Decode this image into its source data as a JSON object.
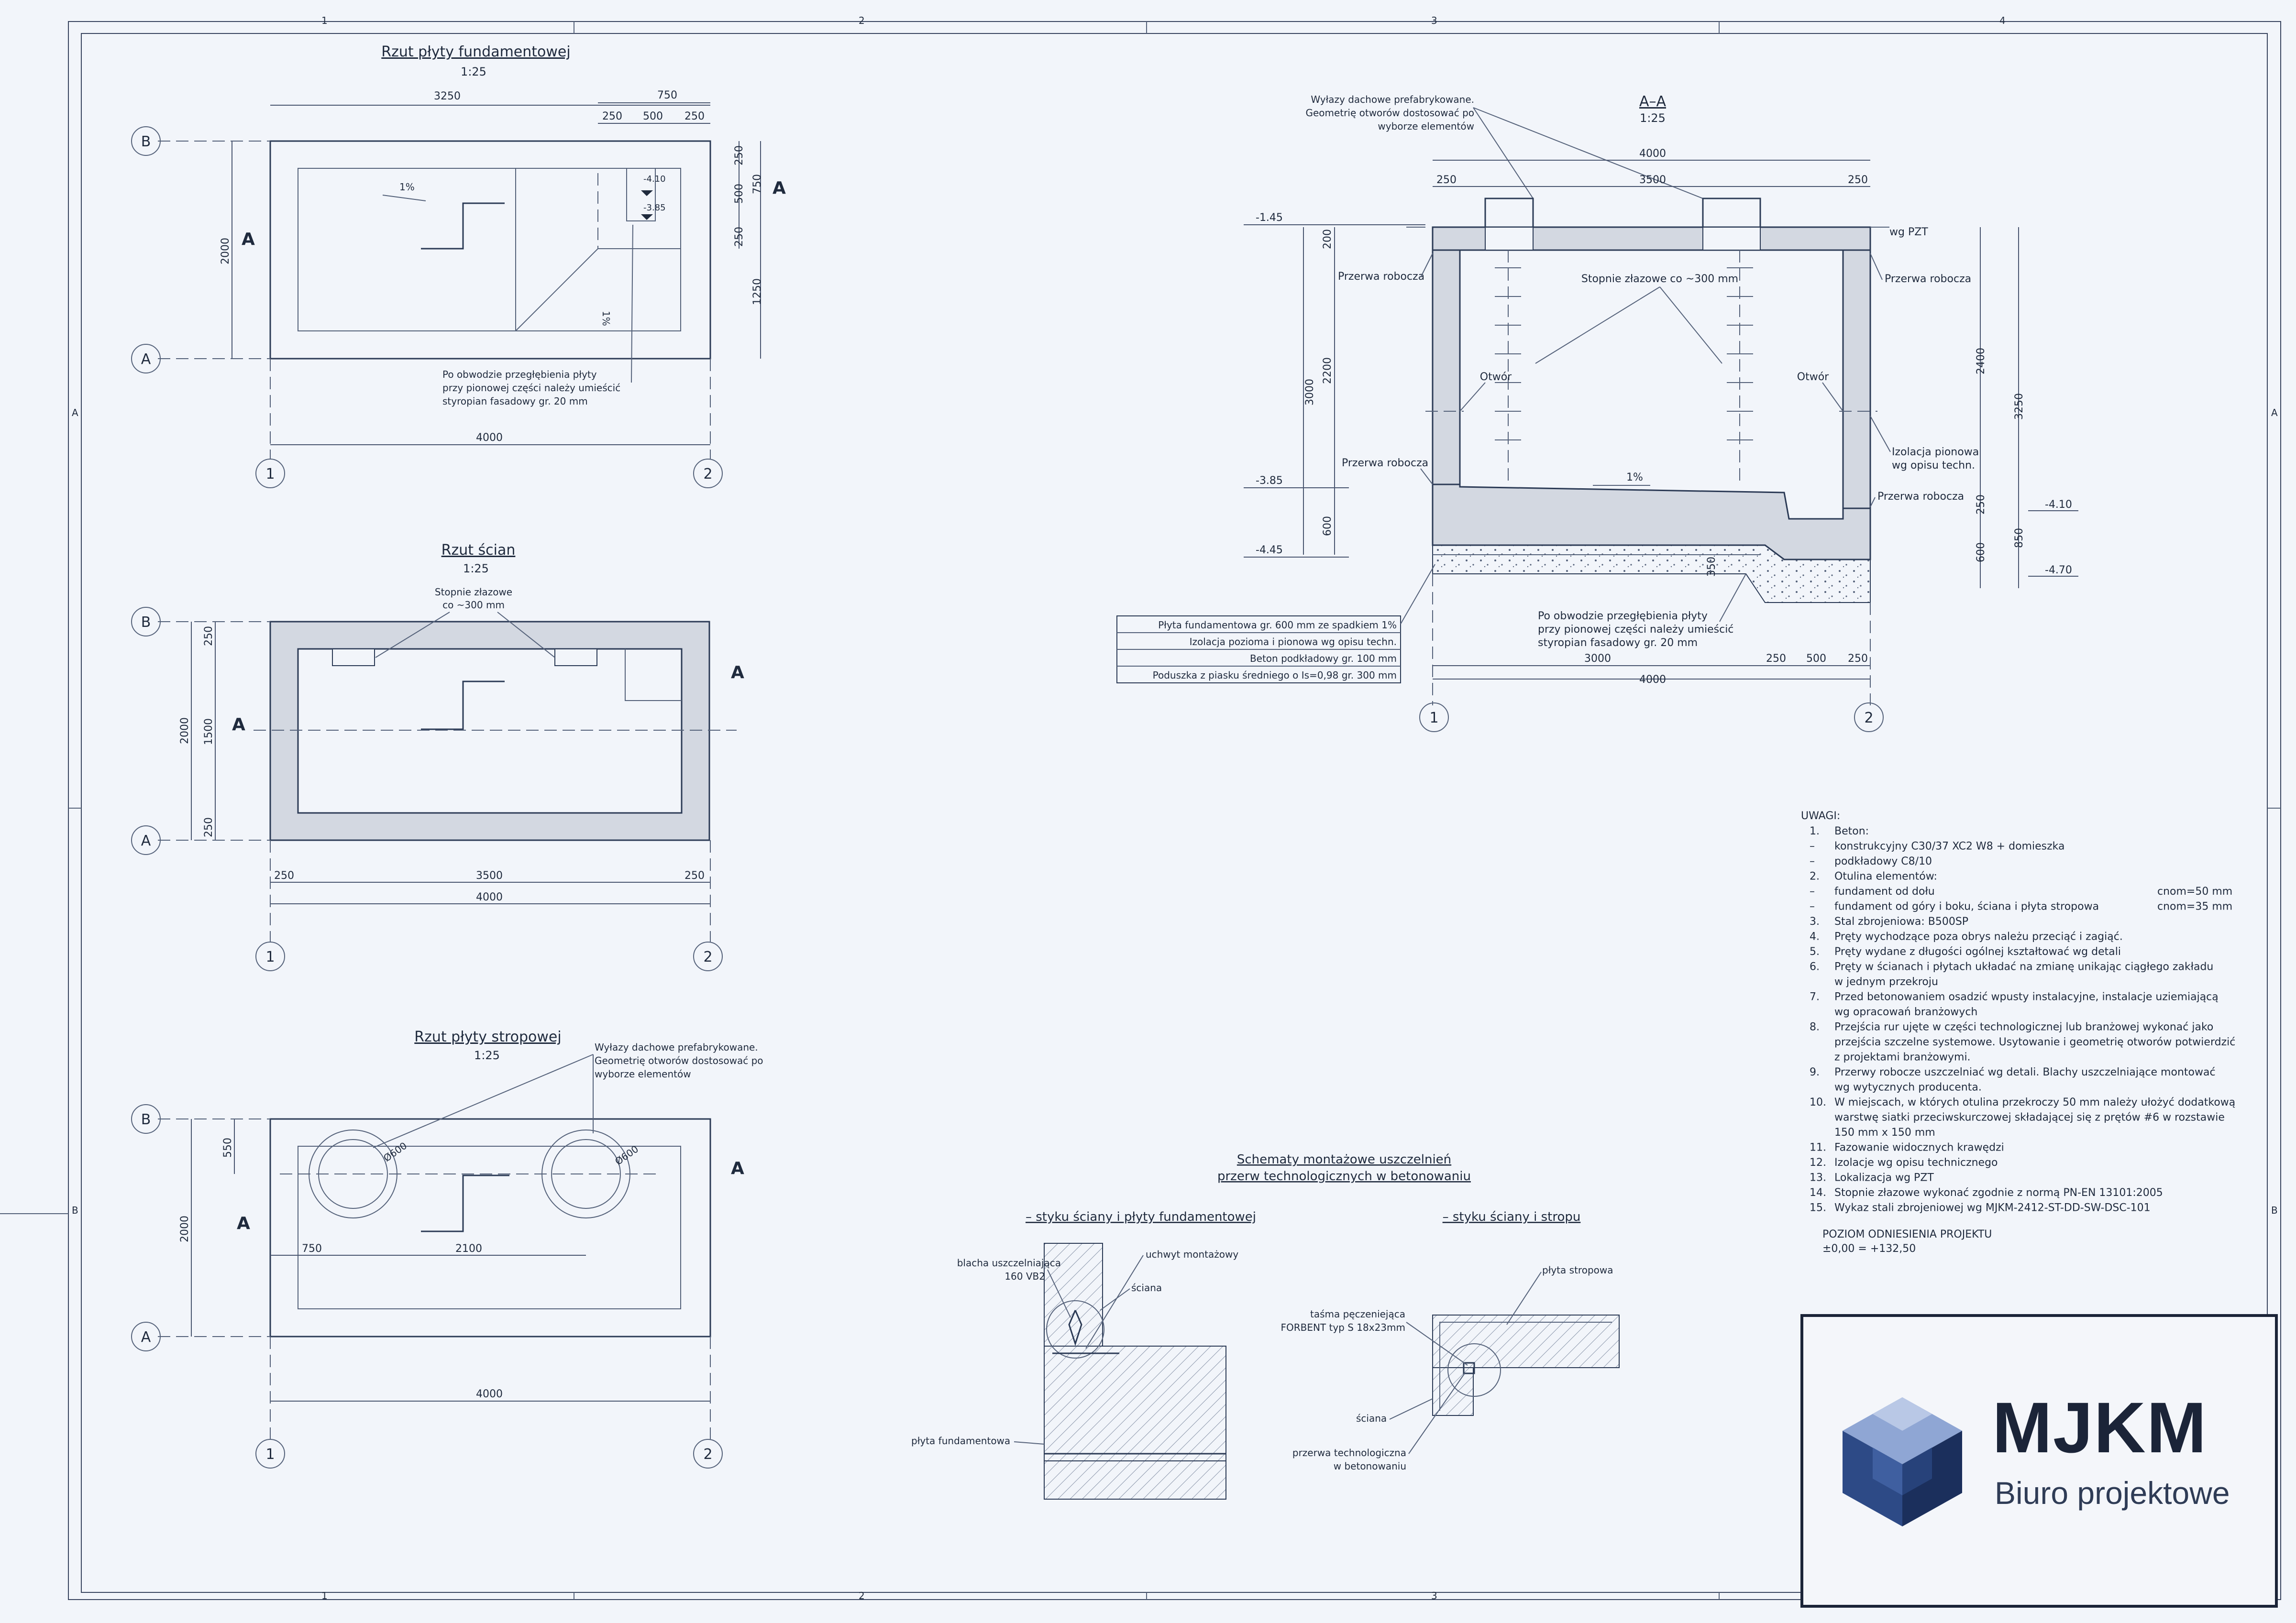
{
  "frame": {
    "columns": [
      "1",
      "2",
      "3",
      "4"
    ],
    "rows": [
      "A",
      "B"
    ]
  },
  "foundation_plan": {
    "title": "Rzut płyty fundamentowej",
    "scale": "1:25",
    "dims": {
      "d3250": "3250",
      "d750": "750",
      "d250a": "250",
      "d500": "500",
      "d250b": "250",
      "v250a": "250",
      "v500": "500",
      "v750": "750",
      "v250b": "250",
      "v1250": "1250",
      "v2000": "2000",
      "d4000": "4000"
    },
    "slope_a": "1%",
    "slope_b": "1%",
    "level_1": "-4.10",
    "level_2": "-3.85",
    "note": [
      "Po obwodzie przegłębienia płyty",
      "przy pionowej części należy umieścić",
      "styropian fasadowy gr. 20 mm"
    ],
    "section_mark": "A",
    "axis_b": "B",
    "axis_a": "A",
    "axis_1": "1",
    "axis_2": "2"
  },
  "wall_plan": {
    "title": "Rzut ścian",
    "scale": "1:25",
    "note": [
      "Stopnie złazowe",
      "co ~300 mm"
    ],
    "dims": {
      "v250a": "250",
      "v1500": "1500",
      "v2000": "2000",
      "v250b": "250",
      "d250a": "250",
      "d3500": "3500",
      "d250b": "250",
      "d4000": "4000"
    },
    "section_mark": "A",
    "axis_b": "B",
    "axis_a": "A",
    "axis_1": "1",
    "axis_2": "2"
  },
  "roof_plan": {
    "title": "Rzut płyty stropowej",
    "scale": "1:25",
    "note": [
      "Wyłazy dachowe prefabrykowane.",
      "Geometrię otworów dostosować po",
      "wyborze elementów"
    ],
    "dia_1": "Ø600",
    "dia_2": "Ø600",
    "dims": {
      "v550": "550",
      "v2000": "2000",
      "d750": "750",
      "d2100": "2100",
      "d4000": "4000"
    },
    "section_mark": "A",
    "axis_b": "B",
    "axis_a": "A",
    "axis_1": "1",
    "axis_2": "2"
  },
  "section": {
    "title": "A–A",
    "scale": "1:25",
    "hatches_note": [
      "Wyłazy dachowe prefabrykowane.",
      "Geometrię otworów dostosować po",
      "wyborze elementów"
    ],
    "dims_top": {
      "d4000": "4000",
      "d250a": "250",
      "d3500": "3500",
      "d250b": "250"
    },
    "levels": {
      "l145": "-1.45",
      "l385": "-3.85",
      "l445": "-4.45",
      "l410": "-4.10",
      "l470": "-4.70"
    },
    "left_dims": {
      "v200": "200",
      "v2200": "2200",
      "v3000": "3000",
      "v600": "600"
    },
    "right_dims": {
      "v2400": "2400",
      "v3250": "3250",
      "v250": "250",
      "v600": "600",
      "v850": "850",
      "v350": "350"
    },
    "labels": {
      "pzt": "wg PZT",
      "break_1": "Przerwa robocza",
      "break_2": "Przerwa robocza",
      "break_3": "Przerwa robocza",
      "break_4": "Przerwa robocza",
      "steps": "Stopnie złazowe co ~300 mm",
      "opening_1": "Otwór",
      "opening_2": "Otwór",
      "vertical_insulation": [
        "Izolacja pionowa",
        "wg opisu techn."
      ],
      "slope": "1%",
      "pit_note": [
        "Po obwodzie przegłębienia płyty",
        "przy pionowej części należy umieścić",
        "styropian fasadowy gr. 20 mm"
      ]
    },
    "layers": [
      "Płyta fundamentowa gr. 600 mm ze spadkiem 1%",
      "Izolacja pozioma i pionowa wg opisu techn.",
      "Beton podkładowy gr. 100 mm",
      "Poduszka z piasku średniego o Is=0,98 gr. 300 mm"
    ],
    "dims_bottom": {
      "d3000": "3000",
      "d250a": "250",
      "d500": "500",
      "d250b": "250",
      "d4000": "4000"
    },
    "axis_1": "1",
    "axis_2": "2"
  },
  "notes": {
    "title": "UWAGI:",
    "lines": [
      {
        "n": "1.",
        "t": "Beton:"
      },
      {
        "n": "–",
        "t": "konstrukcyjny C30/37 XC2 W8 + domieszka"
      },
      {
        "n": "–",
        "t": "podkładowy C8/10"
      },
      {
        "n": "2.",
        "t": "Otulina elementów:"
      },
      {
        "n": "–",
        "t": "fundament od dołu",
        "r": "cnom=50 mm"
      },
      {
        "n": "–",
        "t": "fundament od góry i boku, ściana i płyta stropowa",
        "r": "cnom=35 mm"
      },
      {
        "n": "3.",
        "t": "Stal zbrojeniowa: B500SP"
      },
      {
        "n": "4.",
        "t": "Pręty wychodzące poza obrys należu przeciąć i zagiąć."
      },
      {
        "n": "5.",
        "t": "Pręty wydane z długości ogólnej kształtować wg detali"
      },
      {
        "n": "6.",
        "t": "Pręty w ścianach i płytach układać na zmianę unikając ciągłego zakładu"
      },
      {
        "n": "",
        "t": "w jednym przekroju"
      },
      {
        "n": "7.",
        "t": "Przed betonowaniem osadzić wpusty instalacyjne,  instalacje uziemiającą"
      },
      {
        "n": "",
        "t": "wg opracowań branżowych"
      },
      {
        "n": "8.",
        "t": "Przejścia rur ujęte w części technologicznej lub branżowej wykonać jako"
      },
      {
        "n": "",
        "t": "przejścia szczelne systemowe. Usytowanie i geometrię otworów potwierdzić"
      },
      {
        "n": "",
        "t": "z projektami branżowymi."
      },
      {
        "n": "9.",
        "t": "Przerwy robocze uszczelniać wg detali. Blachy uszczelniające montować"
      },
      {
        "n": "",
        "t": "wg wytycznych producenta."
      },
      {
        "n": "10.",
        "t": "W miejscach, w których otulina przekroczy 50 mm należy ułożyć dodatkową"
      },
      {
        "n": "",
        "t": "warstwę siatki przeciwskurczowej składającej się z prętów #6 w rozstawie"
      },
      {
        "n": "",
        "t": "150 mm x 150 mm"
      },
      {
        "n": "11.",
        "t": "Fazowanie widocznych krawędzi"
      },
      {
        "n": "12.",
        "t": "Izolacje wg opisu technicznego"
      },
      {
        "n": "13.",
        "t": "Lokalizacja wg PZT"
      },
      {
        "n": "14.",
        "t": "Stopnie złazowe wykonać zgodnie z normą PN-EN 13101:2005"
      },
      {
        "n": "15.",
        "t": "Wykaz stali zbrojeniowej wg MJKM-2412-ST-DD-SW-DSC-101"
      }
    ],
    "reference_title": "POZIOM ODNIESIENIA PROJEKTU",
    "reference_value": "±0,00 = +132,50"
  },
  "details": {
    "title_1": "Schematy montażowe uszczelnień",
    "title_2": "przerw technologicznych w betonowaniu",
    "left": {
      "title": "– styku ściany i płyty fundamentowej",
      "sheet": [
        "blacha uszczelniająca",
        "160 VB2"
      ],
      "holder": "uchwyt montażowy",
      "wall": "ściana",
      "slab": "płyta fundamentowa"
    },
    "right": {
      "title": "– styku ściany i stropu",
      "tape": [
        "taśma pęczeniejąca",
        "FORBENT typ S 18x23mm"
      ],
      "roof": "płyta stropowa",
      "wall": "ściana",
      "joint": [
        "przerwa technologiczna",
        "w betonowaniu"
      ]
    }
  },
  "logo": {
    "name": "MJKM",
    "subtitle": "Biuro projektowe"
  }
}
